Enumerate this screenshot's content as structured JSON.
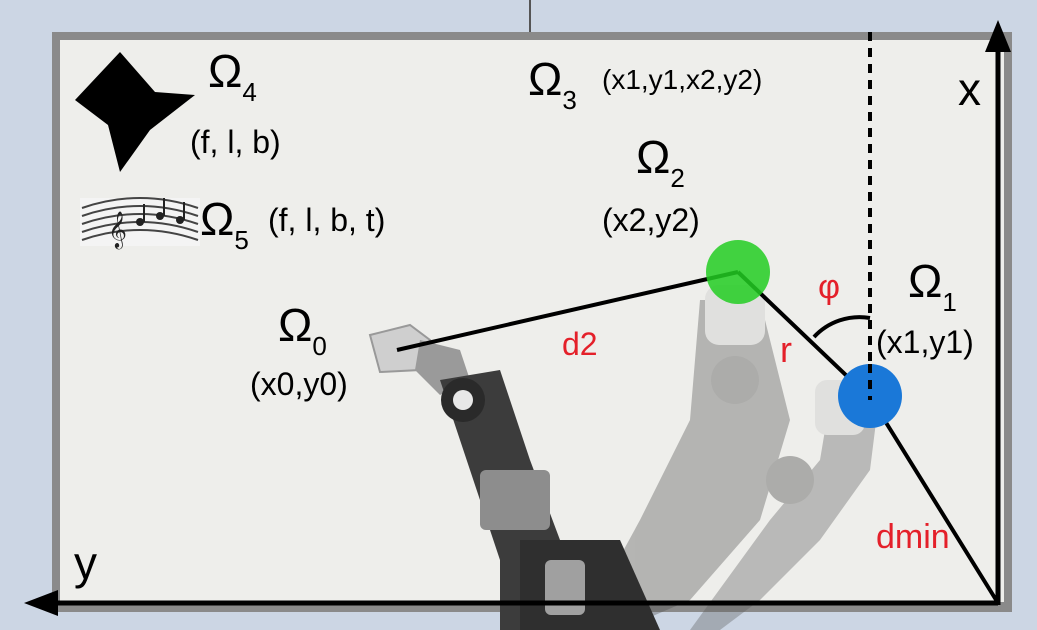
{
  "regions": {
    "omega0": {
      "symbol": "Ω",
      "index": "0",
      "params": "(x0,y0)"
    },
    "omega1": {
      "symbol": "Ω",
      "index": "1",
      "params": "(x1,y1)"
    },
    "omega2": {
      "symbol": "Ω",
      "index": "2",
      "params": "(x2,y2)"
    },
    "omega3": {
      "symbol": "Ω",
      "index": "3",
      "params": "(x1,y1,x2,y2)"
    },
    "omega4": {
      "symbol": "Ω",
      "index": "4",
      "params": "(f, l, b)"
    },
    "omega5": {
      "symbol": "Ω",
      "index": "5",
      "params": "(f, l, b, t)"
    }
  },
  "axes": {
    "x_label": "x",
    "y_label": "y"
  },
  "annotations": {
    "d2": "d2",
    "dmin": "dmin",
    "r": "r",
    "phi": "φ"
  },
  "colors": {
    "target_green": "#22cc22",
    "target_blue": "#1a78d8",
    "annotation_red": "#e4202a",
    "background": "#eeeeeb",
    "frame": "#7a7a7a"
  },
  "icons": [
    "arrowhead-shape-icon",
    "music-notes-icon",
    "robot-arm-illustration"
  ]
}
